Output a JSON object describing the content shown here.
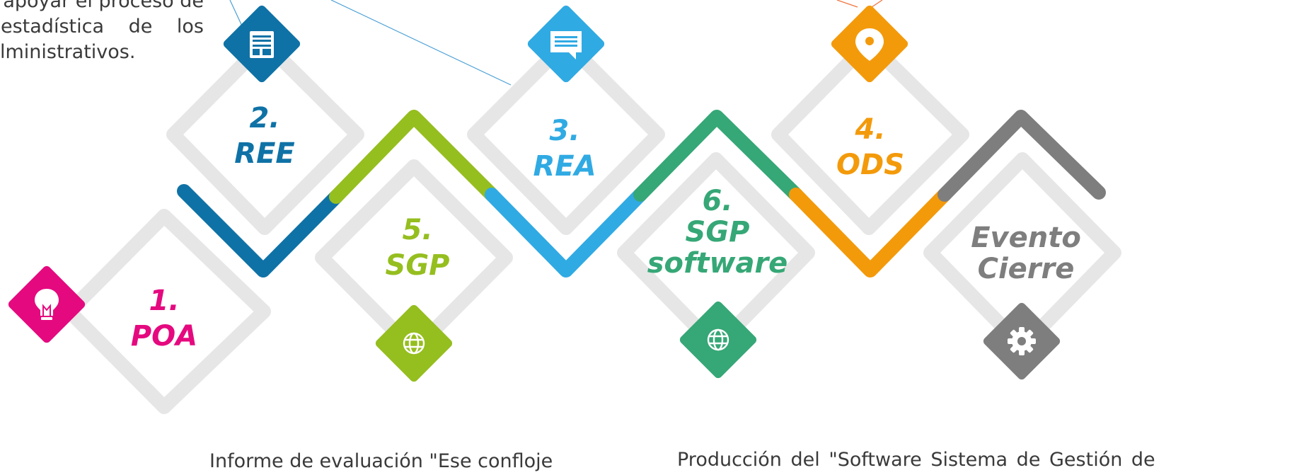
{
  "colors": {
    "frame": "#e6e6e6",
    "poa": "#e5097f",
    "ree": "#0f72a6",
    "rea": "#30aae3",
    "ods": "#f39a0b",
    "sgp": "#95be1f",
    "sgp_software": "#36a776",
    "cierre": "#7e7e7e",
    "connector_blue": "#4a9fd6",
    "connector_orange": "#f0723a"
  },
  "steps": [
    {
      "id": "poa",
      "number": "1.",
      "name": "POA",
      "icon": "lightbulb-icon"
    },
    {
      "id": "ree",
      "number": "2.",
      "name": "REE",
      "icon": "document-icon"
    },
    {
      "id": "rea",
      "number": "3.",
      "name": "REA",
      "icon": "message-icon"
    },
    {
      "id": "ods",
      "number": "4.",
      "name": "ODS",
      "icon": "map-pin-icon"
    },
    {
      "id": "sgp",
      "number": "5.",
      "name": "SGP",
      "icon": "globe-icon"
    },
    {
      "id": "sgp_software",
      "number": "6.",
      "name_line1": "SGP",
      "name_line2": "software",
      "icon": "globe-icon"
    },
    {
      "id": "cierre",
      "name_line1": "Evento",
      "name_line2": "Cierre",
      "icon": "gear-icon"
    }
  ],
  "text_top_left": {
    "line1": "apoyar el proceso de",
    "line2": "estadística de los",
    "line3": "lministrativos."
  },
  "text_bottom_middle": "Informe de evaluación \"Ese confloje",
  "text_bottom_right": "Producción del \"Software Sistema de Gestión de"
}
